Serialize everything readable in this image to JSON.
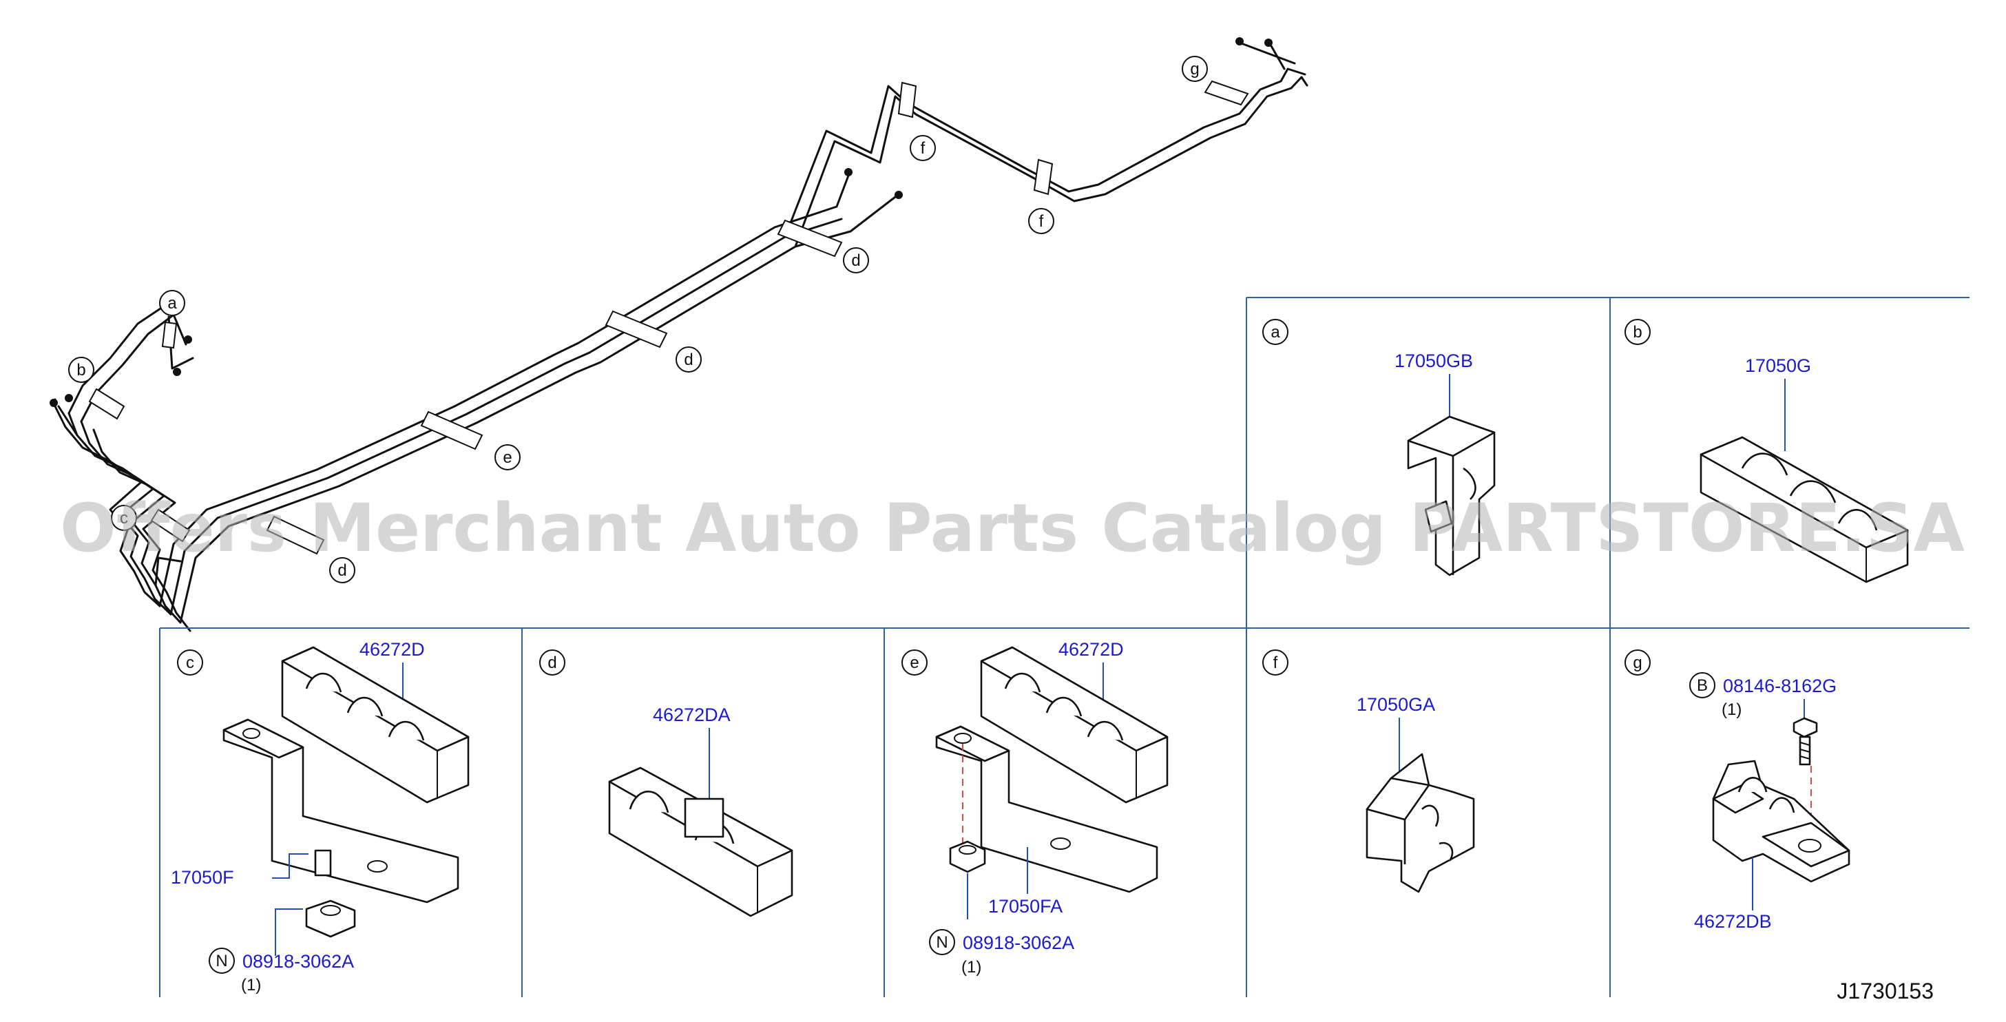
{
  "watermark": "Offers Merchant Auto Parts Catalog PARTSTORE.SA",
  "diagram_code": "J1730153",
  "callouts": {
    "a": "a",
    "b": "b",
    "c": "c",
    "d1": "d",
    "d2": "d",
    "d3": "d",
    "e": "e",
    "f1": "f",
    "f2": "f",
    "g": "g"
  },
  "panels": {
    "a": {
      "letter": "a",
      "part": "17050GB"
    },
    "b": {
      "letter": "b",
      "part": "17050G"
    },
    "c": {
      "letter": "c",
      "clip_part": "46272D",
      "bracket_part": "17050F",
      "nut_symbol": "N",
      "nut_part": "08918-3062A",
      "nut_qty": "(1)"
    },
    "d": {
      "letter": "d",
      "part": "46272DA"
    },
    "e": {
      "letter": "e",
      "clip_part": "46272D",
      "bracket_part": "17050FA",
      "nut_symbol": "N",
      "nut_part": "08918-3062A",
      "nut_qty": "(1)"
    },
    "f": {
      "letter": "f",
      "part": "17050GA"
    },
    "g": {
      "letter": "g",
      "bolt_symbol": "B",
      "bolt_part": "08146-8162G",
      "bolt_qty": "(1)",
      "clip_part": "46272DB"
    }
  },
  "colors": {
    "part_number": "#1a1ad6",
    "frame": "#2d5fae",
    "alignment_dash": "#e04848"
  }
}
